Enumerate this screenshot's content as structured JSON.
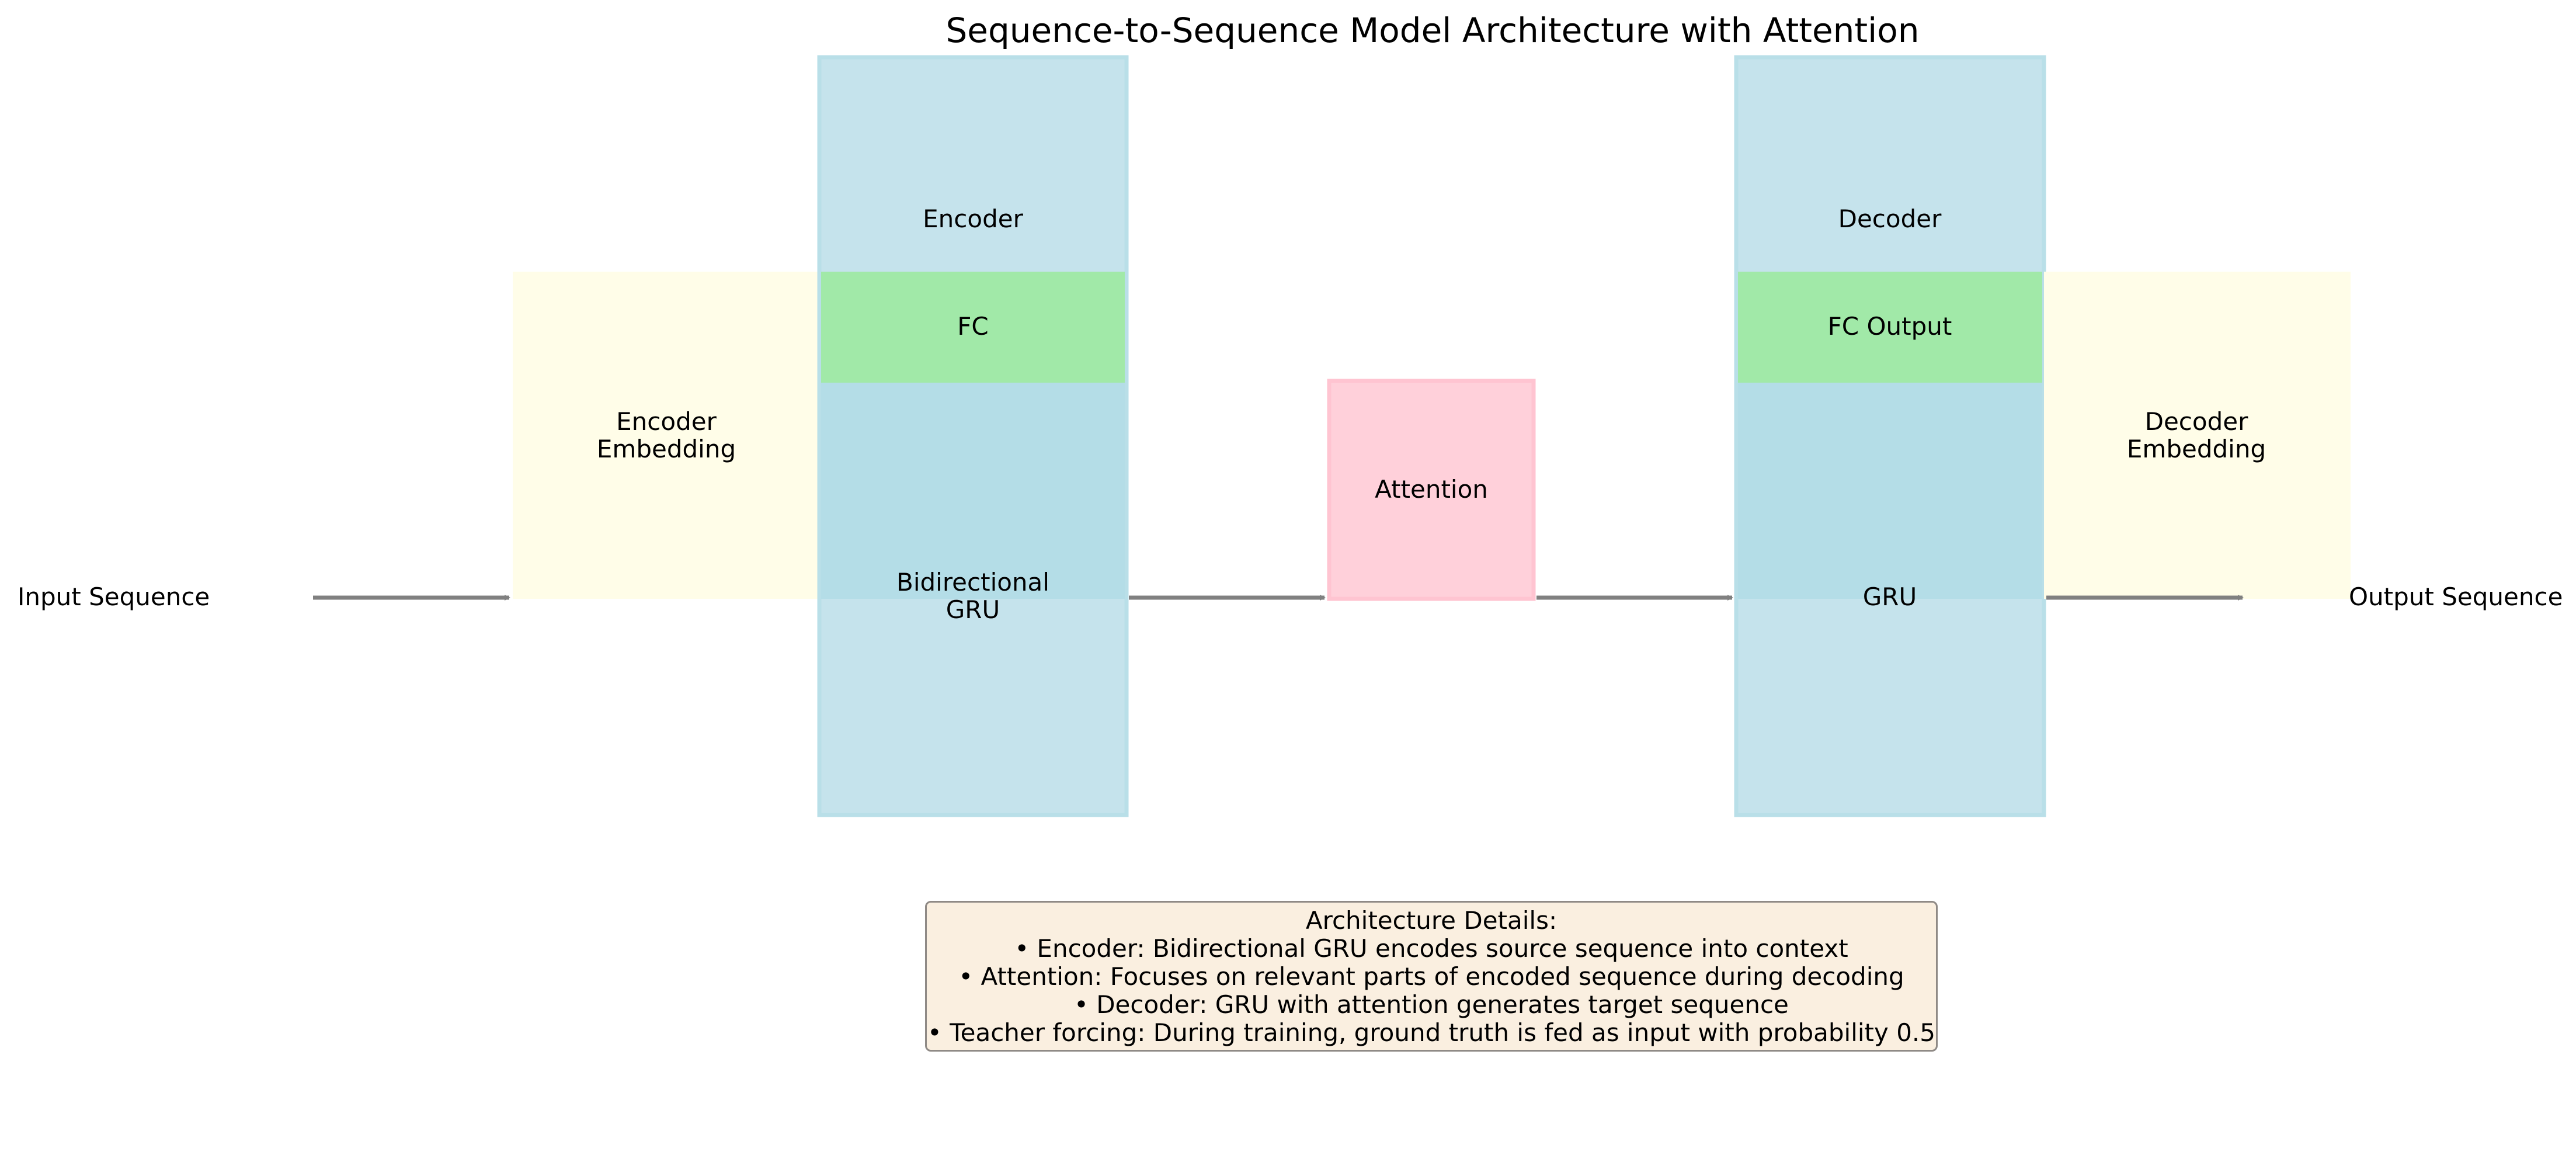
{
  "title": "Sequence-to-Sequence Model Architecture with Attention",
  "input_label": "Input Sequence",
  "output_label": "Output Sequence",
  "encoder": {
    "header": "Encoder",
    "fc_label": "FC",
    "gru_label_line1": "Bidirectional",
    "gru_label_line2": "GRU",
    "embedding_line1": "Encoder",
    "embedding_line2": "Embedding"
  },
  "attention_label": "Attention",
  "decoder": {
    "header": "Decoder",
    "fc_label": "FC Output",
    "gru_label": "GRU",
    "embedding_line1": "Decoder",
    "embedding_line2": "Embedding"
  },
  "details": {
    "heading": "Architecture Details:",
    "bullets": [
      "• Encoder: Bidirectional GRU encodes source sequence into context",
      "• Attention: Focuses on relevant parts of encoded sequence during decoding",
      "• Decoder: GRU with attention generates target sequence",
      "• Teacher forcing: During training, ground truth is fed as input with probability 0.5"
    ]
  },
  "colors": {
    "embedding": "#fffde8",
    "column": "#c5e3ec",
    "gru": "#b4dde7",
    "fc": "#a1e9a8",
    "attention": "#ffd0da",
    "arrow": "#808080",
    "details_bg": "#faefe0"
  }
}
